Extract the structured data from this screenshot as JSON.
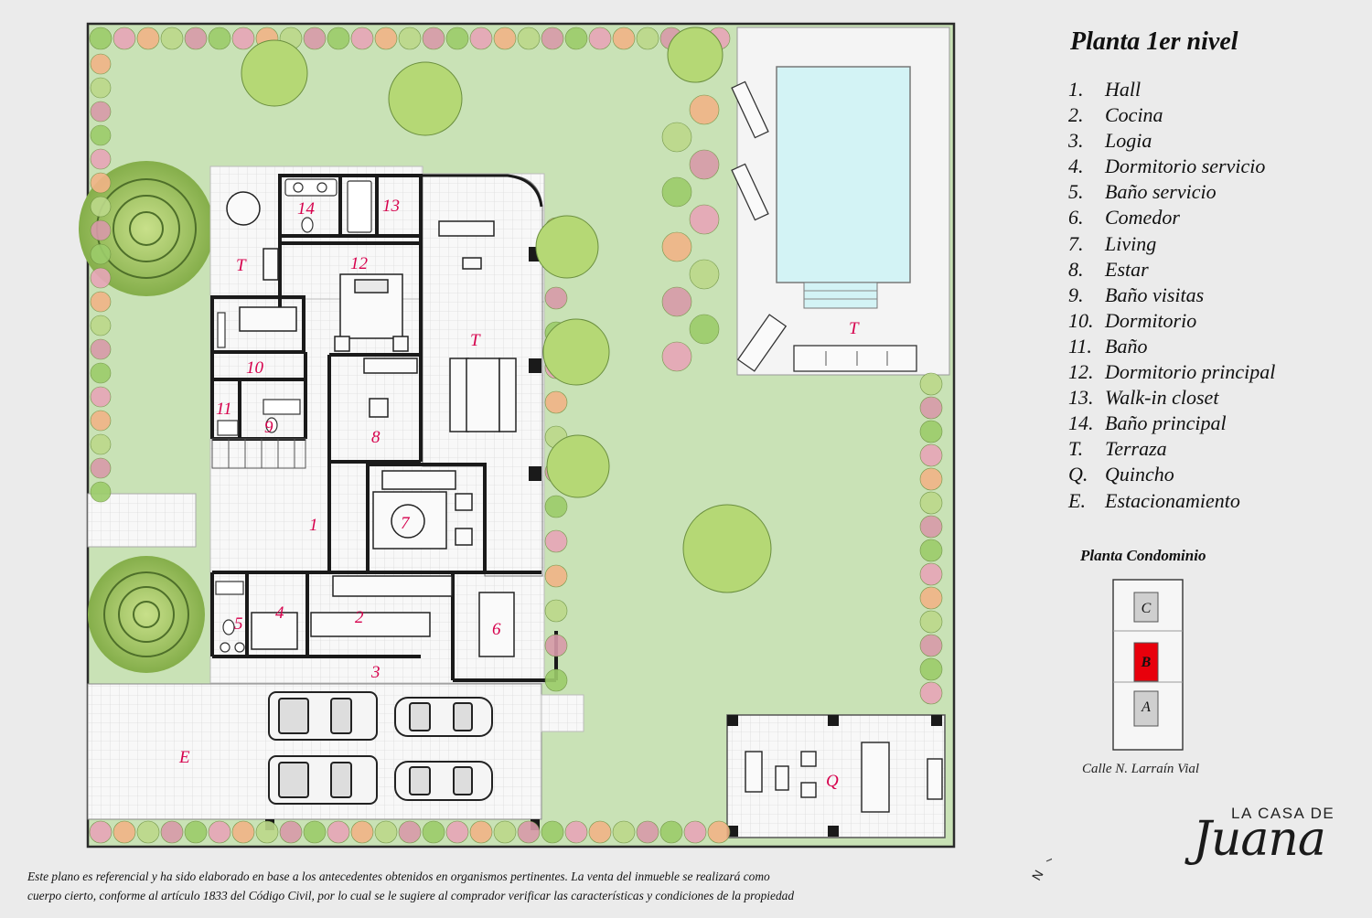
{
  "legend": {
    "title": "Planta 1er nivel",
    "items": [
      {
        "num": "1.",
        "label": "Hall"
      },
      {
        "num": "2.",
        "label": "Cocina"
      },
      {
        "num": "3.",
        "label": "Logia"
      },
      {
        "num": "4.",
        "label": "Dormitorio servicio"
      },
      {
        "num": "5.",
        "label": "Baño servicio"
      },
      {
        "num": "6.",
        "label": "Comedor"
      },
      {
        "num": "7.",
        "label": "Living"
      },
      {
        "num": "8.",
        "label": "Estar"
      },
      {
        "num": "9.",
        "label": "Baño visitas"
      },
      {
        "num": "10.",
        "label": "Dormitorio"
      },
      {
        "num": "11.",
        "label": "Baño"
      },
      {
        "num": "12.",
        "label": "Dormitorio principal"
      },
      {
        "num": "13.",
        "label": "Walk-in closet"
      },
      {
        "num": "14.",
        "label": "Baño principal"
      },
      {
        "num": " T.",
        "label": "Terraza"
      },
      {
        "num": " Q.",
        "label": "Quincho"
      },
      {
        "num": " E.",
        "label": "Estacionamiento"
      }
    ]
  },
  "condominio": {
    "title": "Planta Condominio",
    "lots": [
      "C",
      "B",
      "A"
    ],
    "highlight_color": "#e8000c",
    "street": "Calle N. Larraín Vial"
  },
  "room_labels": [
    "1",
    "2",
    "3",
    "4",
    "5",
    "6",
    "7",
    "8",
    "9",
    "10",
    "11",
    "12",
    "13",
    "14",
    "T",
    "T",
    "T",
    "E",
    "Q"
  ],
  "compass": {
    "letter": "N"
  },
  "brand": {
    "top": "LA CASA DE",
    "script": "Juana"
  },
  "disclaimer": {
    "line1": "Este plano es referencial y ha sido elaborado en base a los antecedentes obtenidos en organismos pertinentes.  La venta del inmueble se realizará como",
    "line2": "cuerpo cierto, conforme al artículo 1833 del Código Civil, por lo cual se le sugiere al comprador verificar las características y condiciones de la propiedad"
  },
  "colors": {
    "lawn": "#c9e2b6",
    "paving": "#f7f7f7",
    "pool": "#d3f3f5",
    "wall": "#1a1a1a",
    "label": "#d6004c"
  }
}
